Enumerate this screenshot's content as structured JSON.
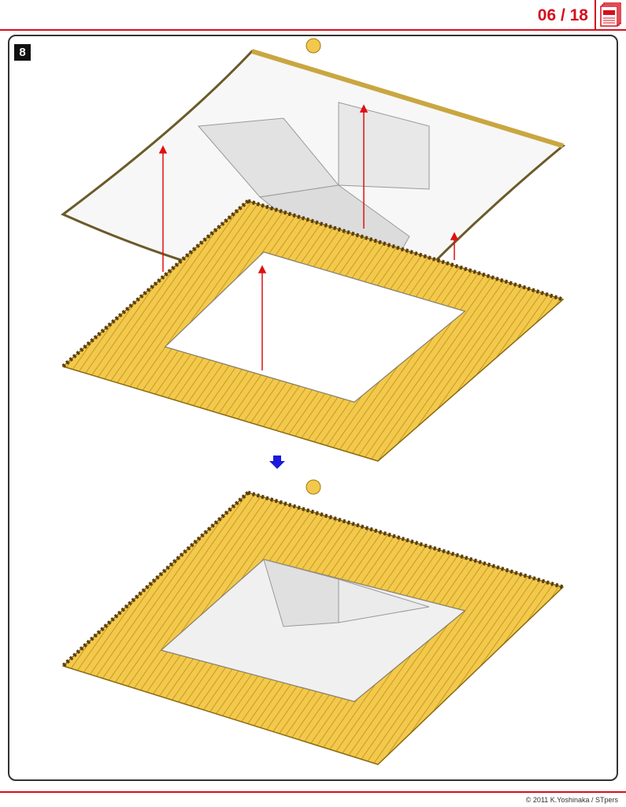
{
  "header": {
    "page_indicator": "06 / 18",
    "icon": "document-icon"
  },
  "step": {
    "number": "8"
  },
  "footer": {
    "copyright": "© 2011 K.Yoshinaka / STpers"
  },
  "colors": {
    "accent": "#d4101e",
    "roof_yellow": "#f2c94c",
    "arrow_blue": "#1a1adb",
    "guide_red": "#e01010"
  }
}
